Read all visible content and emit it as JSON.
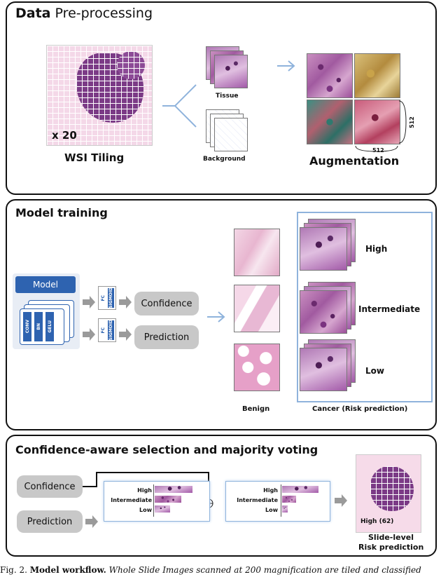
{
  "panel1": {
    "title_bold": "Data",
    "title_rest": "Pre-processing",
    "magnification": "x 20",
    "wsi_label": "WSI Tiling",
    "tissue_label": "Tissue",
    "background_label": "Background",
    "augmentation_label": "Augmentation",
    "dim_h": "512",
    "dim_w": "512"
  },
  "panel2": {
    "title": "Model training",
    "model_label": "Model",
    "layers": [
      "CONV",
      "BN",
      "GELU"
    ],
    "fc_label": "FC",
    "sigmoid_label": "SIGMOID",
    "confidence_label": "Confidence",
    "prediction_label": "Prediction",
    "risk_levels": [
      "High",
      "Intermediate",
      "Low"
    ],
    "benign_label": "Benign",
    "cancer_label": "Cancer (Risk prediction)"
  },
  "panel3": {
    "title": "Confidence-aware selection and majority voting",
    "confidence_label": "Confidence",
    "prediction_label": "Prediction",
    "risk_levels": [
      "High",
      "Intermediate",
      "Low"
    ],
    "result_label": "High (62)",
    "slide_label_1": "Slide-level",
    "slide_label_2": "Risk prediction"
  },
  "caption": {
    "prefix": "Fig. 2.",
    "bold": "Model workflow.",
    "text": "Whole Slide Images scanned at 200 magnification are tiled and classified"
  },
  "colors": {
    "accent_blue": "#2e63b0",
    "arrow_gray": "#9a9a9a",
    "line_blue": "#8fb3dc"
  }
}
